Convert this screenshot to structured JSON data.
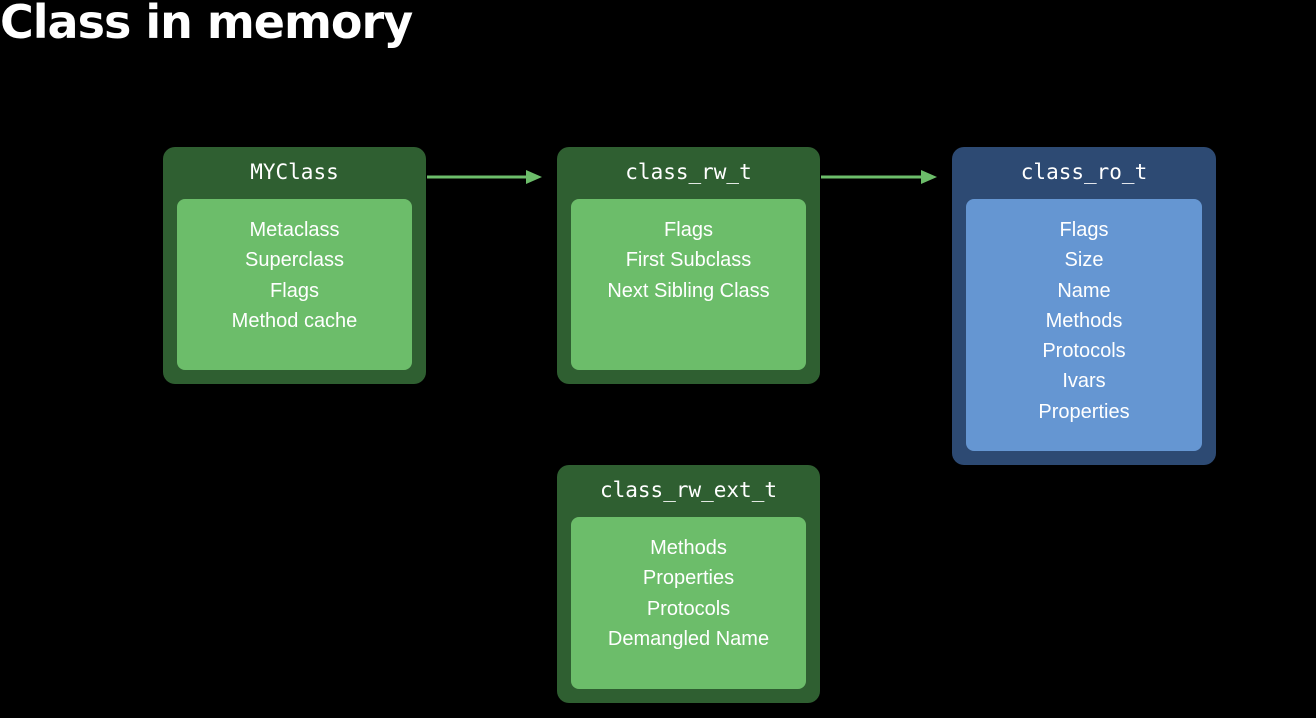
{
  "slide": {
    "title": "Class in memory"
  },
  "colors": {
    "background": "#000000",
    "green_outer": "#2f5f31",
    "green_inner": "#6cbd6a",
    "blue_outer": "#2d4a73",
    "blue_inner": "#6596d2",
    "arrow": "#6cbd6a"
  },
  "boxes": {
    "myclass": {
      "title": "MYClass",
      "fields": [
        "Metaclass",
        "Superclass",
        "Flags",
        "Method cache"
      ]
    },
    "class_rw": {
      "title": "class_rw_t",
      "fields": [
        "Flags",
        "First Subclass",
        "Next Sibling Class"
      ]
    },
    "class_ro": {
      "title": "class_ro_t",
      "fields": [
        "Flags",
        "Size",
        "Name",
        "Methods",
        "Protocols",
        "Ivars",
        "Properties"
      ]
    },
    "class_rw_ext": {
      "title": "class_rw_ext_t",
      "fields": [
        "Methods",
        "Properties",
        "Protocols",
        "Demangled Name"
      ]
    }
  },
  "connections": [
    {
      "from": "MYClass",
      "to": "class_rw_t"
    },
    {
      "from": "class_rw_t",
      "to": "class_ro_t"
    }
  ]
}
